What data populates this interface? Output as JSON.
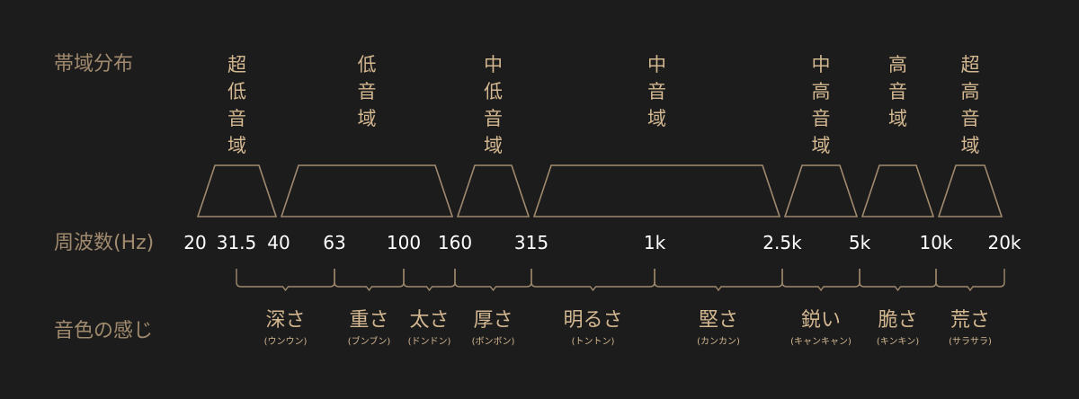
{
  "row_labels": {
    "band": "帯域分布",
    "frequency": "周波数(Hz)",
    "tone": "音色の感じ"
  },
  "bands": [
    {
      "label": "超低音域",
      "from": "20",
      "to": "40"
    },
    {
      "label": "低音域",
      "from": "40",
      "to": "160"
    },
    {
      "label": "中低音域",
      "from": "160",
      "to": "315"
    },
    {
      "label": "中音域",
      "from": "315",
      "to": "2.5k"
    },
    {
      "label": "中高音域",
      "from": "2.5k",
      "to": "5k"
    },
    {
      "label": "高音域",
      "from": "5k",
      "to": "10k"
    },
    {
      "label": "超高音域",
      "from": "10k",
      "to": "20k"
    }
  ],
  "frequencies": [
    "20",
    "31.5",
    "40",
    "63",
    "100",
    "160",
    "315",
    "1k",
    "2.5k",
    "5k",
    "10k",
    "20k"
  ],
  "tones": [
    {
      "label": "深さ",
      "reading": "(ウンウン)",
      "from": "31.5",
      "to": "63"
    },
    {
      "label": "重さ",
      "reading": "(ブンブン)",
      "from": "63",
      "to": "100"
    },
    {
      "label": "太さ",
      "reading": "(ドンドン)",
      "from": "100",
      "to": "160"
    },
    {
      "label": "厚さ",
      "reading": "(ボンボン)",
      "from": "160",
      "to": "315"
    },
    {
      "label": "明るさ",
      "reading": "(トントン)",
      "from": "315",
      "to": "1k"
    },
    {
      "label": "堅さ",
      "reading": "(カンカン)",
      "from": "1k",
      "to": "2.5k"
    },
    {
      "label": "鋭い",
      "reading": "(キャンキャン)",
      "from": "2.5k",
      "to": "5k"
    },
    {
      "label": "脆さ",
      "reading": "(キンキン)",
      "from": "5k",
      "to": "10k"
    },
    {
      "label": "荒さ",
      "reading": "(サラサラ)",
      "from": "10k",
      "to": "20k"
    }
  ],
  "colors": {
    "background": "#1d1c1d",
    "gold": "#d2b790",
    "muted_gold": "#a08a6e",
    "white": "#ffffff"
  }
}
